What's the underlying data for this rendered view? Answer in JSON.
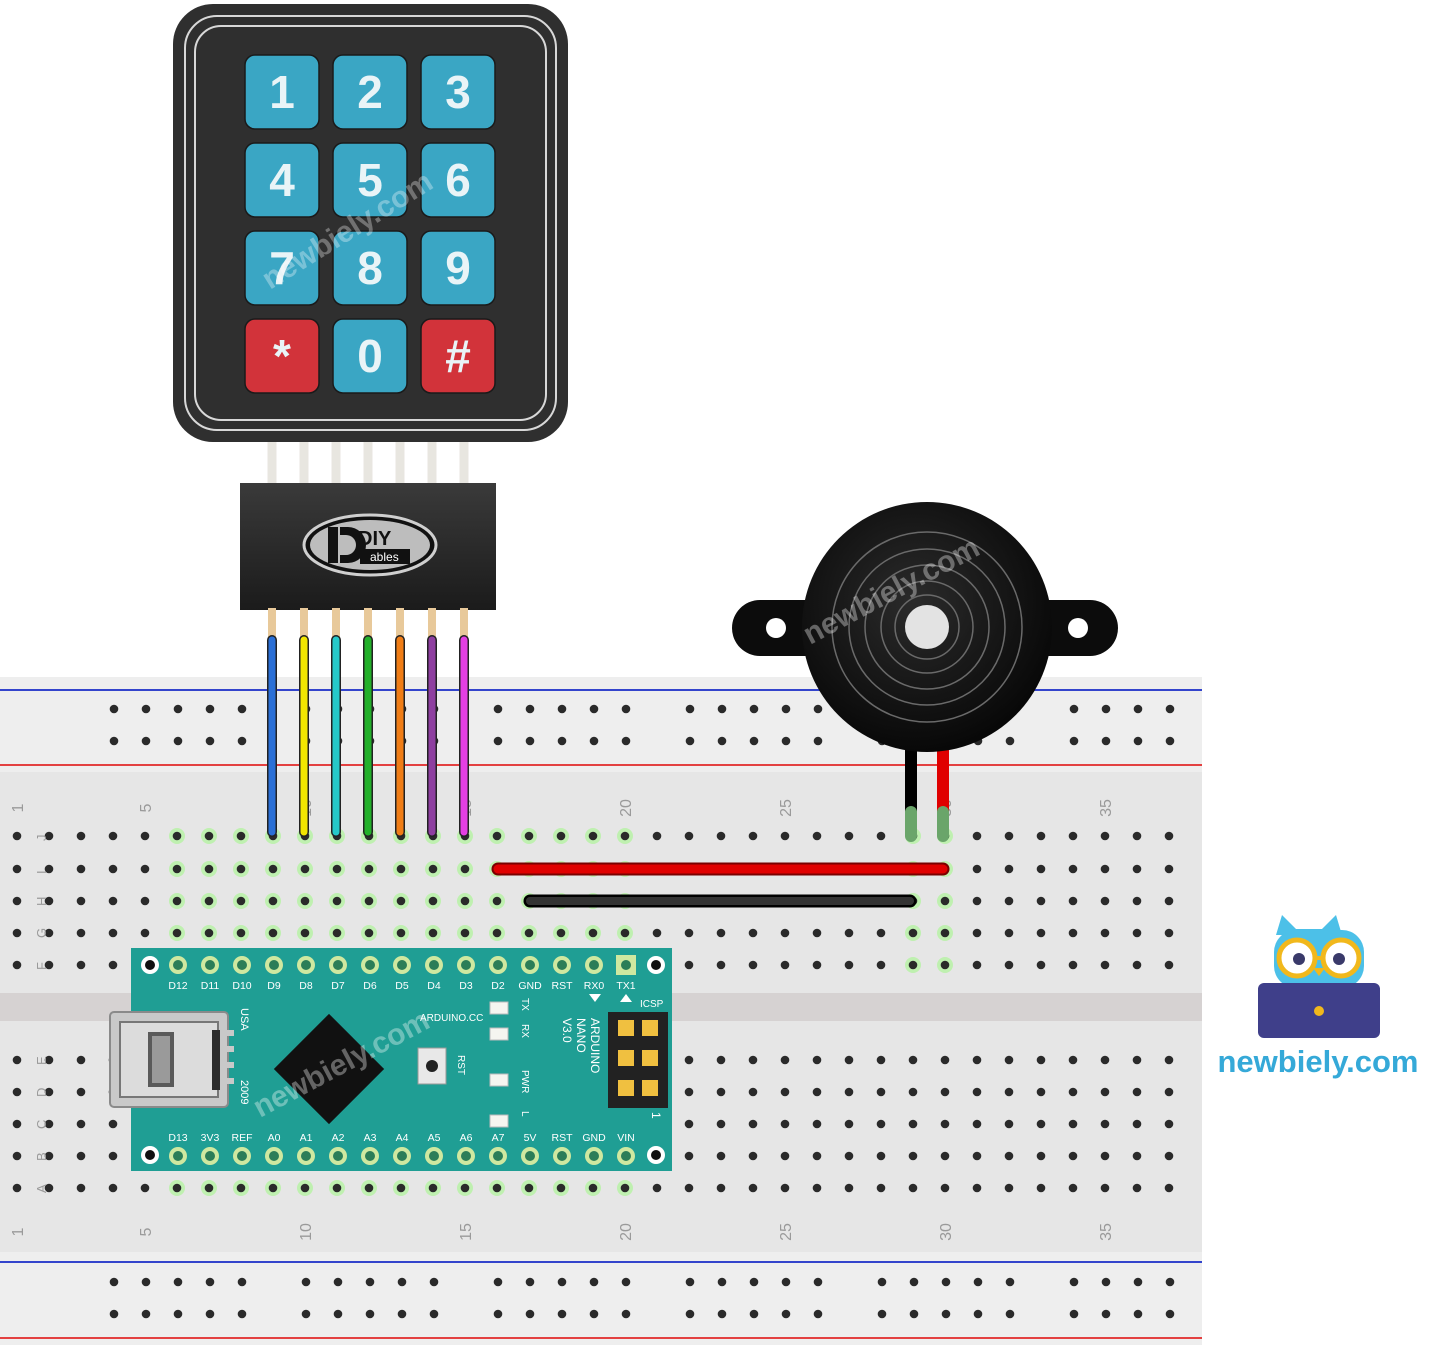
{
  "keypad": {
    "keys": [
      {
        "label": "1",
        "kind": "num"
      },
      {
        "label": "2",
        "kind": "num"
      },
      {
        "label": "3",
        "kind": "num"
      },
      {
        "label": "4",
        "kind": "num"
      },
      {
        "label": "5",
        "kind": "num"
      },
      {
        "label": "6",
        "kind": "num"
      },
      {
        "label": "7",
        "kind": "num"
      },
      {
        "label": "8",
        "kind": "num"
      },
      {
        "label": "9",
        "kind": "num"
      },
      {
        "label": "*",
        "kind": "func"
      },
      {
        "label": "0",
        "kind": "num"
      },
      {
        "label": "#",
        "kind": "func"
      }
    ],
    "connector_logo_top": "DIY",
    "connector_logo_bottom": "ables"
  },
  "breadboard": {
    "row_letters_top": [
      "J",
      "I",
      "H",
      "G",
      "F"
    ],
    "row_letters_bottom": [
      "E",
      "D",
      "C",
      "B",
      "A"
    ],
    "column_numbers": [
      "1",
      "5",
      "10",
      "15",
      "20",
      "25",
      "30",
      "35"
    ]
  },
  "arduino": {
    "top_pins": [
      "D12",
      "D11",
      "D10",
      "D9",
      "D8",
      "D7",
      "D6",
      "D5",
      "D4",
      "D3",
      "D2",
      "GND",
      "RST",
      "RX0",
      "TX1"
    ],
    "bottom_pins": [
      "D13",
      "3V3",
      "REF",
      "A0",
      "A1",
      "A2",
      "A3",
      "A4",
      "A5",
      "A6",
      "A7",
      "5V",
      "RST",
      "GND",
      "VIN"
    ],
    "usa_text": "USA",
    "year_text": "2009",
    "brand_text": "ARDUINO.CC",
    "rst_label": "RST",
    "led_labels": [
      "TX",
      "RX",
      "PWR",
      "L"
    ],
    "model_lines": [
      "ARDUINO",
      "NANO",
      "V3.0"
    ],
    "icsp_label": "ICSP",
    "icsp_pin1": "1"
  },
  "watermark": "newbiely.com",
  "logo_text": "newbiely.com",
  "colors": {
    "keypad_body": "#2f2f2f",
    "key_blue": "#3aa6c4",
    "key_red": "#d2333a",
    "board_teal": "#1f9e94",
    "wire_red": "#e00000",
    "wire_black": "#111111",
    "rail_red": "#e34040",
    "rail_blue": "#3344cc",
    "logo_blue": "#35a9d8",
    "keypad_wires": [
      "#2a6fd6",
      "#f2e600",
      "#26c9c9",
      "#23b02a",
      "#f07d16",
      "#8e3fa0",
      "#e43fe3"
    ]
  }
}
